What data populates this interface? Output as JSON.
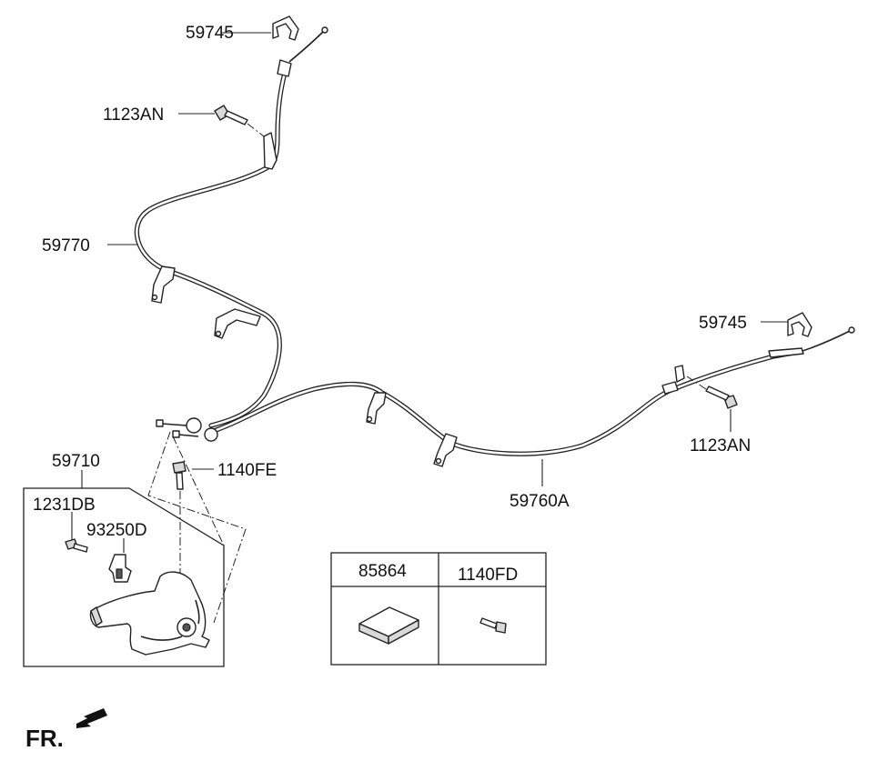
{
  "labels": {
    "clip_top": "59745",
    "bolt_top": "1123AN",
    "cable_left": "59770",
    "clip_right": "59745",
    "bolt_right": "1123AN",
    "cable_right": "59760A",
    "lever_assembly": "59710",
    "bolt_center": "1140FE",
    "bolt_lever": "1231DB",
    "switch": "93250D"
  },
  "legend_table": {
    "headers": [
      "85864",
      "1140FD"
    ]
  },
  "direction": {
    "text": "FR."
  },
  "icons": [
    "clip-icon",
    "bolt-icon",
    "bracket-icon",
    "parking-brake-lever-icon",
    "pad-icon",
    "arrow-icon"
  ]
}
